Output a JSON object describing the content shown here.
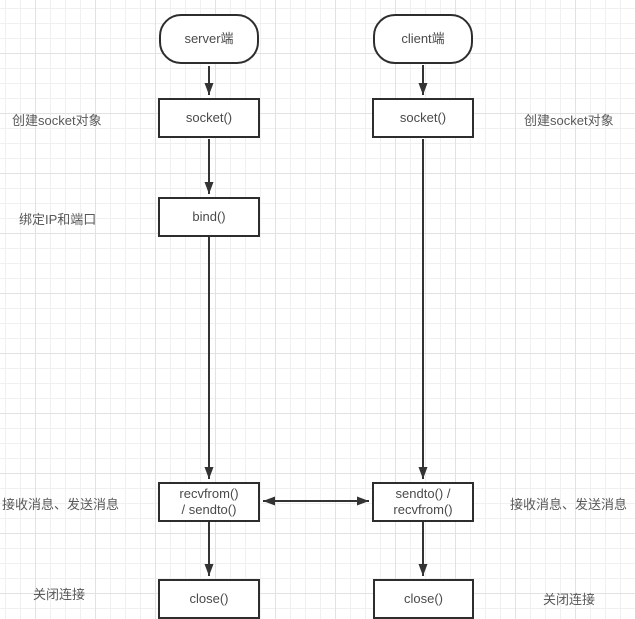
{
  "diagram": {
    "title_context": "UDP socket flow diagram",
    "server_column": {
      "terminal": "server端",
      "socket": "socket()",
      "bind": "bind()",
      "recv_send_line1": "recvfrom()",
      "recv_send_line2": "/ sendto()",
      "close": "close()"
    },
    "client_column": {
      "terminal": "client端",
      "socket": "socket()",
      "send_recv_line1": "sendto() /",
      "send_recv_line2": "recvfrom()",
      "close": "close()"
    },
    "labels": {
      "left_create_socket": "创建socket对象",
      "left_bind": "绑定IP和端口",
      "left_messages": "接收消息、发送消息",
      "left_close": "关闭连接",
      "right_create_socket": "创建socket对象",
      "right_messages": "接收消息、发送消息",
      "right_close": "关闭连接"
    },
    "colors": {
      "node_border": "#2d2d2d",
      "node_fill": "#ffffff",
      "node_text": "#4a4a4a",
      "label_text": "#595959",
      "arrow": "#333333",
      "grid_minor": "#f0f0f0",
      "grid_major": "#e2e2e2",
      "background": "#ffffff"
    }
  }
}
